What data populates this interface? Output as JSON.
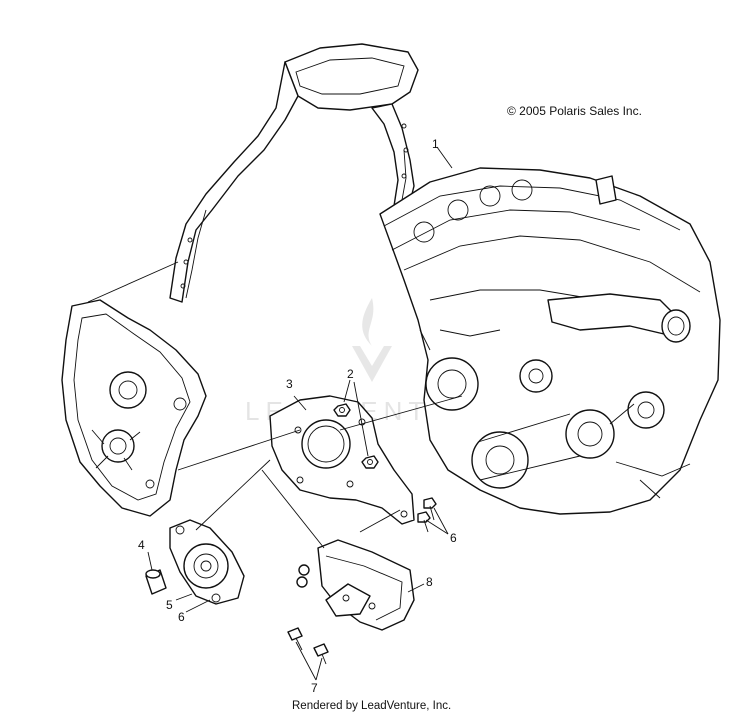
{
  "copyright": "© 2005 Polaris Sales Inc.",
  "footer": "Rendered by LeadVenture, Inc.",
  "watermark": "LEADVENTURE",
  "callouts": [
    {
      "id": "callout-1",
      "label": "1"
    },
    {
      "id": "callout-2",
      "label": "2"
    },
    {
      "id": "callout-3",
      "label": "3"
    },
    {
      "id": "callout-4",
      "label": "4"
    },
    {
      "id": "callout-5",
      "label": "5"
    },
    {
      "id": "callout-6a",
      "label": "6"
    },
    {
      "id": "callout-6b",
      "label": "6"
    },
    {
      "id": "callout-7",
      "label": "7"
    },
    {
      "id": "callout-8",
      "label": "8"
    }
  ]
}
